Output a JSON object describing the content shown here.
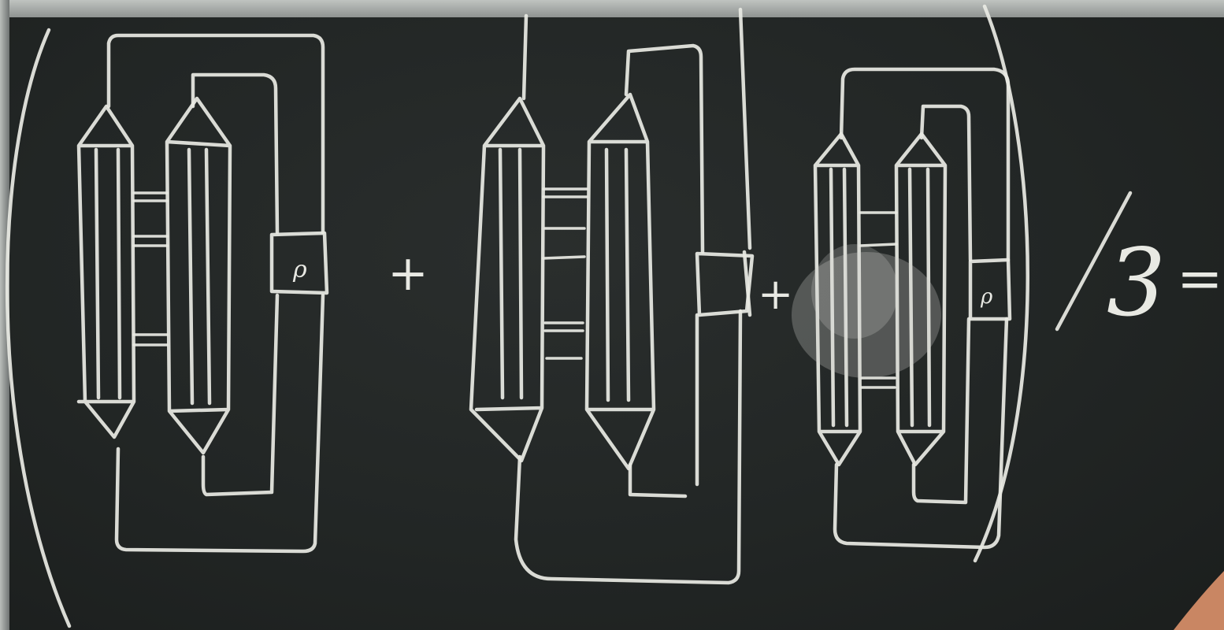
{
  "scene": {
    "description_label": "",
    "terms": [
      {
        "id": "term-1",
        "symbol": "ρ"
      },
      {
        "id": "term-2",
        "symbol": ""
      },
      {
        "id": "term-3",
        "symbol": "ρ"
      }
    ],
    "operators": {
      "plus_1": "+",
      "plus_2": "+",
      "divide": "/",
      "divisor": "3",
      "equals": "="
    },
    "colors": {
      "board": "#222625",
      "chalk": "#e8e9e3",
      "frame": "#b9bdba"
    }
  }
}
